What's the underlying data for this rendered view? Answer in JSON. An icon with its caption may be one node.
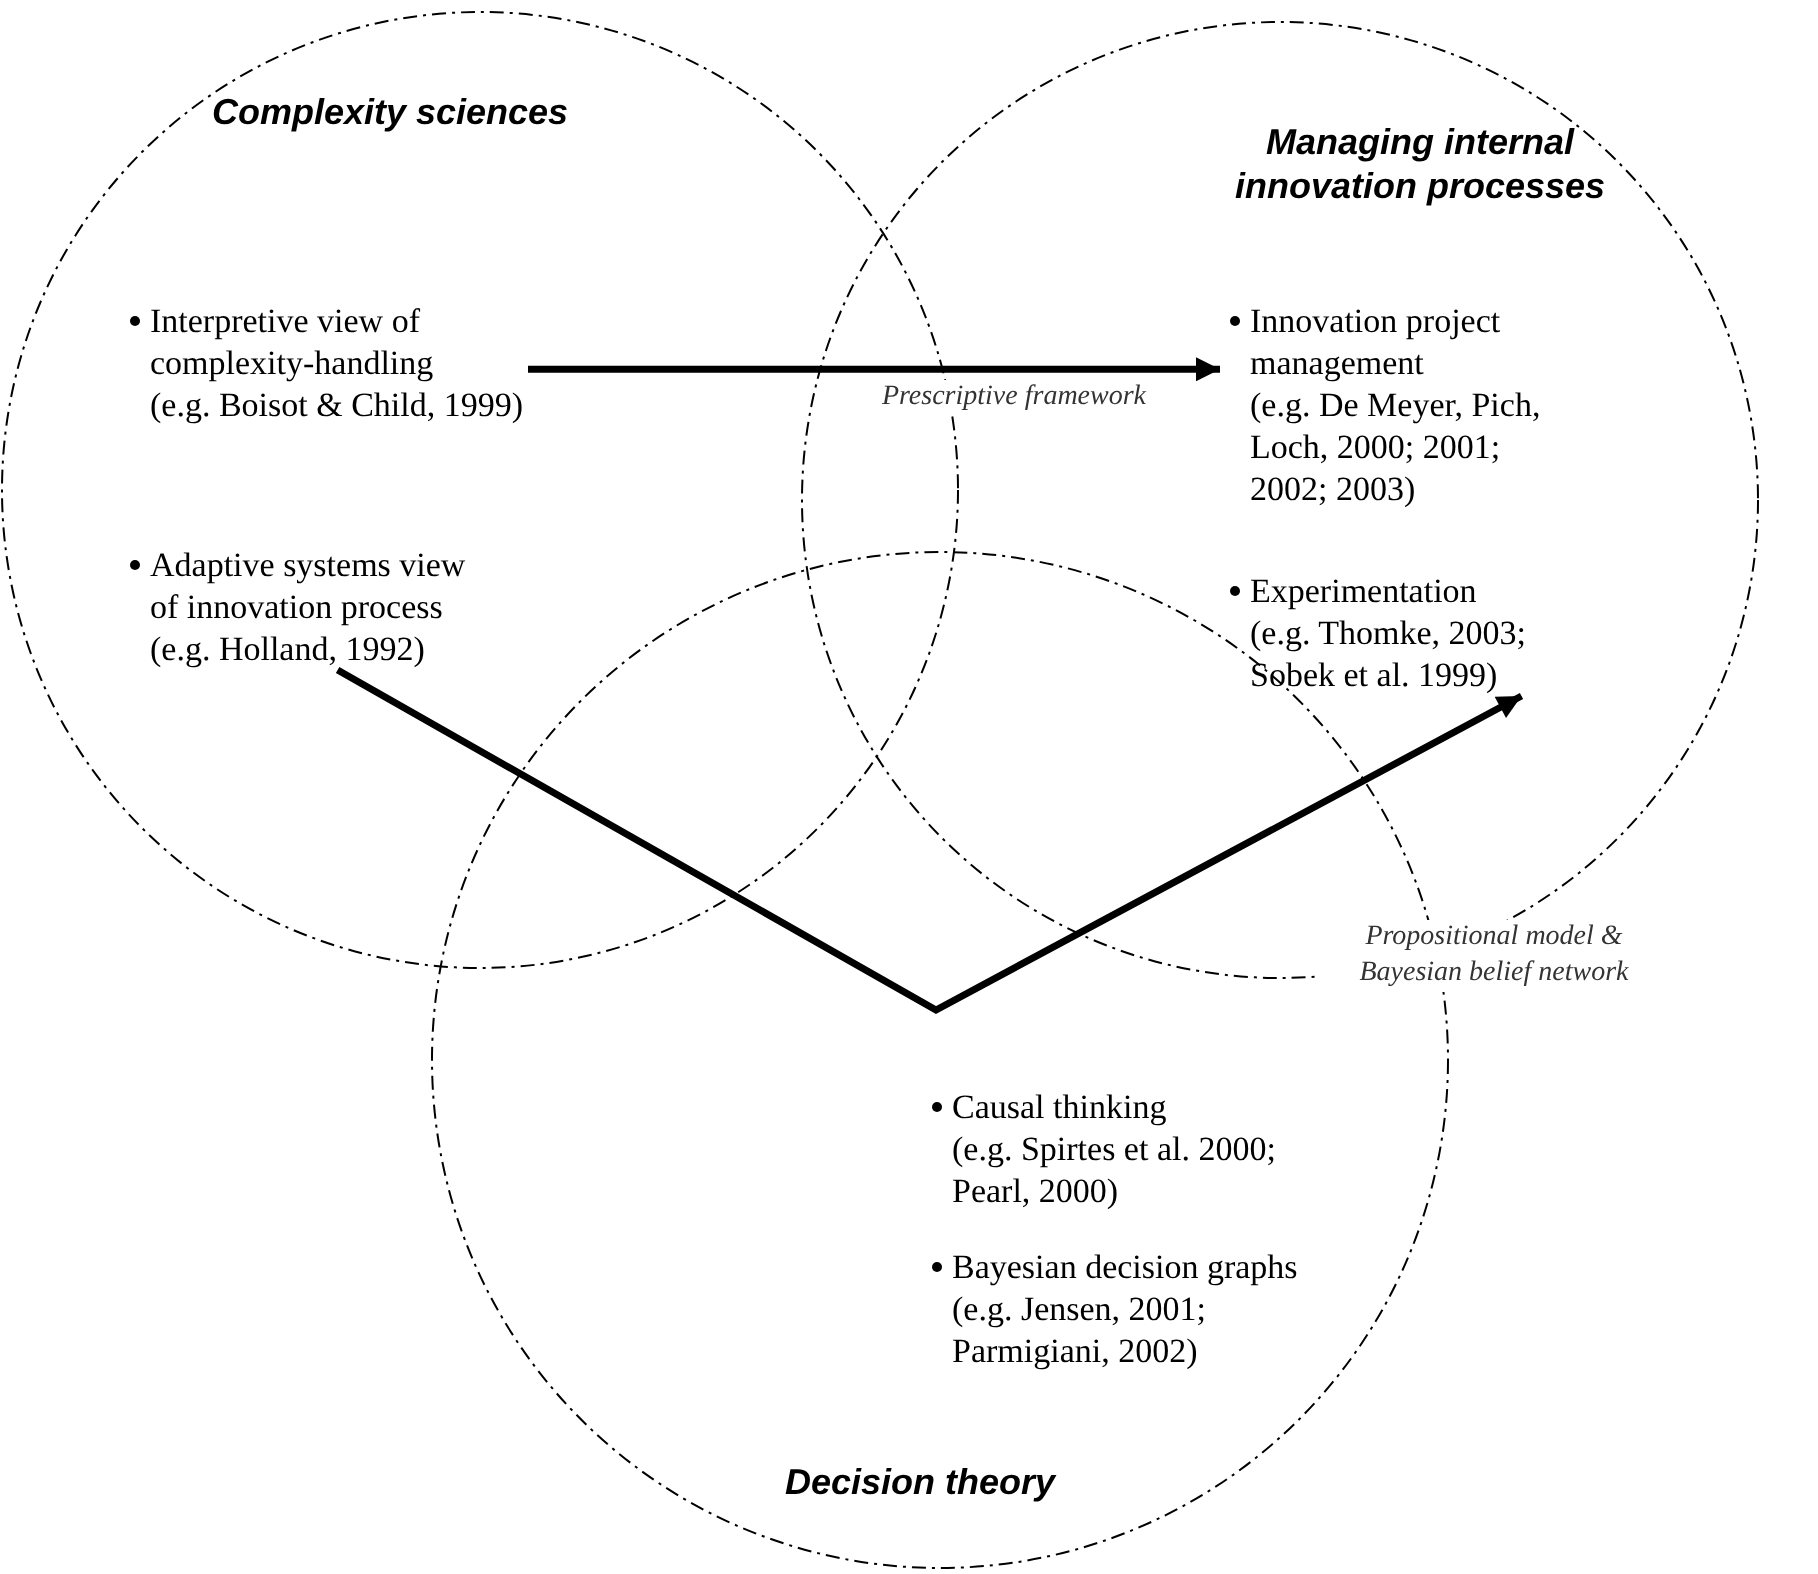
{
  "diagram": {
    "nodes": [
      {
        "text": [
          "Complexity sciences"
        ]
      },
      {
        "text": [
          "Managing internal innovation processes"
        ]
      },
      {
        "text": [
          "Decision theory"
        ]
      },
      {
        "text": [
          "Interpretive view of complexity-handling",
          "(e.g. Boisot & Child, 1999)"
        ],
        "in": 0
      },
      {
        "text": [
          "Innovation project management",
          "(e.g. De Meyer, Pich, Loch, 2000; 2001; 2002; 2003)"
        ],
        "in": 1
      },
      {
        "text": [
          "Adaptive systems view of innovation process",
          "(e.g. Holland, 1992)"
        ],
        "in": 0
      },
      {
        "text": [
          "Experimentation",
          "(e.g. Thomke, 2003; Sobek et al. 1999)"
        ],
        "in": 1
      },
      {
        "text": [
          "Causal thinking",
          "(e.g. Spirtes et al. 2000; Pearl, 2000)"
        ],
        "in": 2
      },
      {
        "text": [
          "Bayesian decision graphs",
          "(e.g. Jensen, 2001; Parmigiani, 2002)"
        ],
        "in": 2
      }
    ],
    "edges": [
      {
        "from": 3,
        "to": 4,
        "arrow": "to",
        "label": "Prescriptive framework"
      },
      {
        "from": 5,
        "to": 6,
        "arrow": "to",
        "label": "Propositional model & Bayesian belief network"
      }
    ]
  }
}
